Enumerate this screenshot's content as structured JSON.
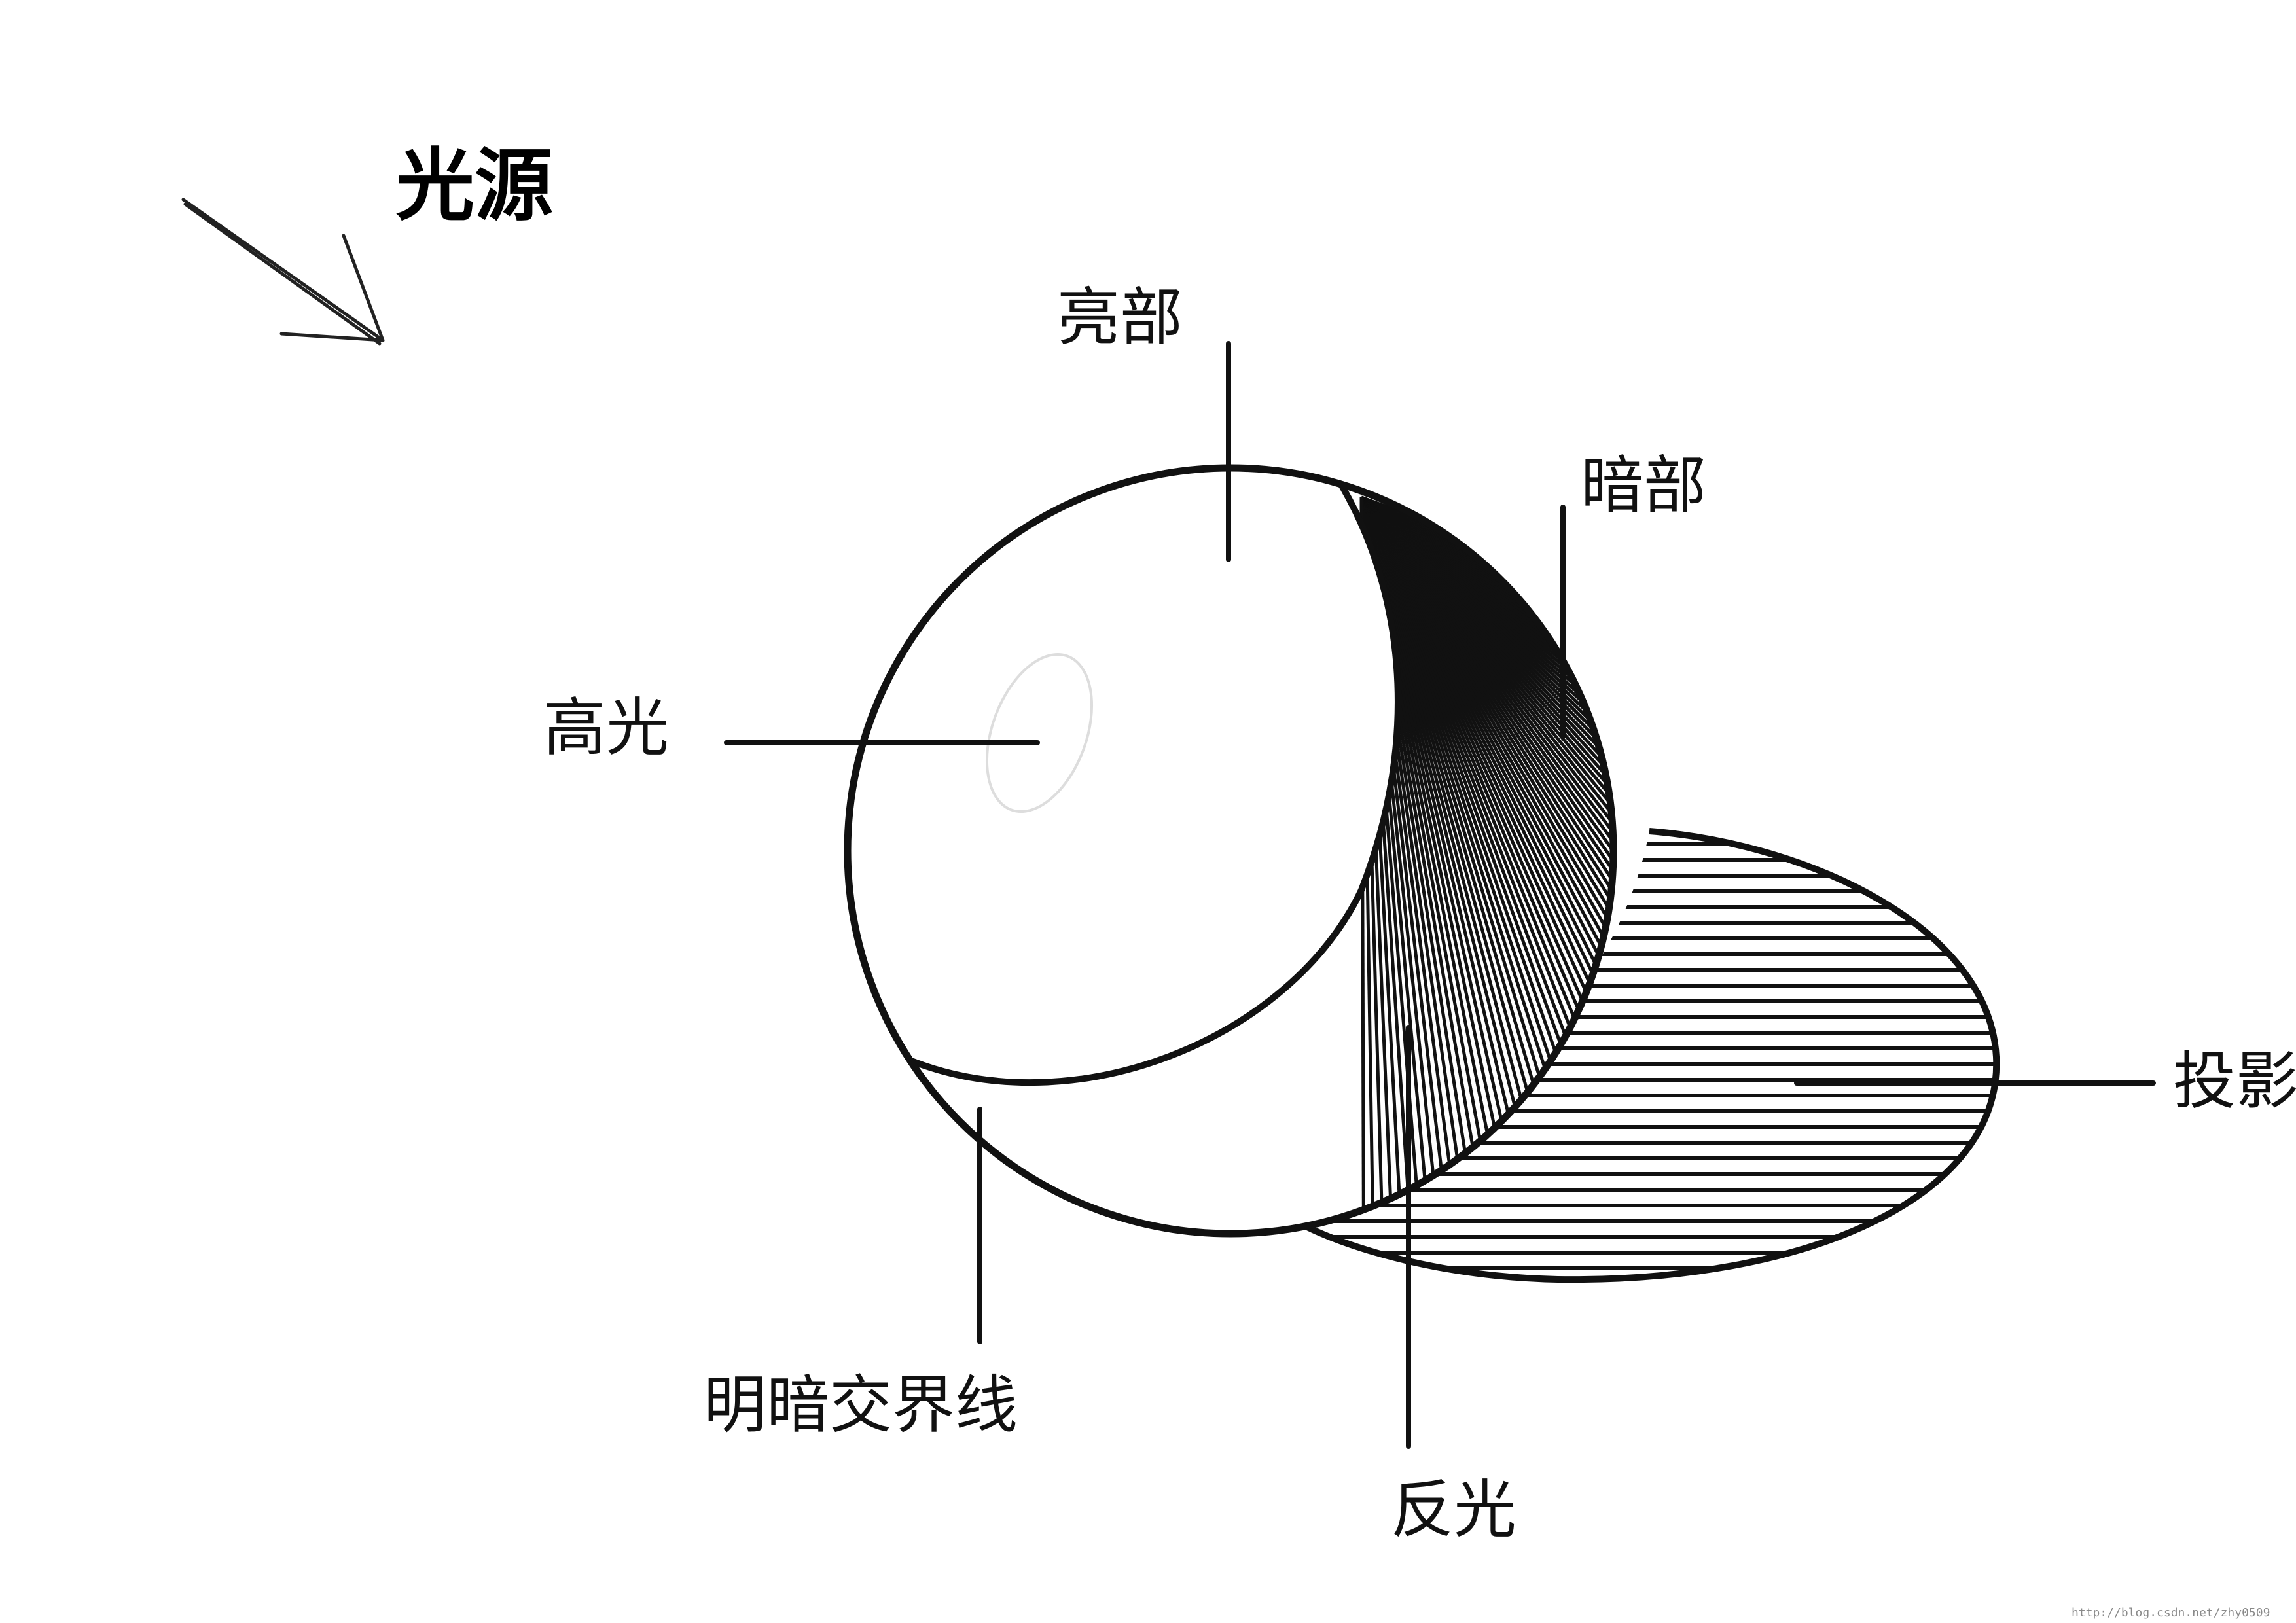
{
  "title": "光源",
  "labels": {
    "bright": "亮部",
    "dark": "暗部",
    "highlight": "高光",
    "terminator": "明暗交界线",
    "reflected": "反光",
    "cast_shadow": "投影"
  },
  "watermark": "http://blog.csdn.net/zhy0509",
  "colors": {
    "ink": "#111111",
    "background": "#ffffff"
  }
}
